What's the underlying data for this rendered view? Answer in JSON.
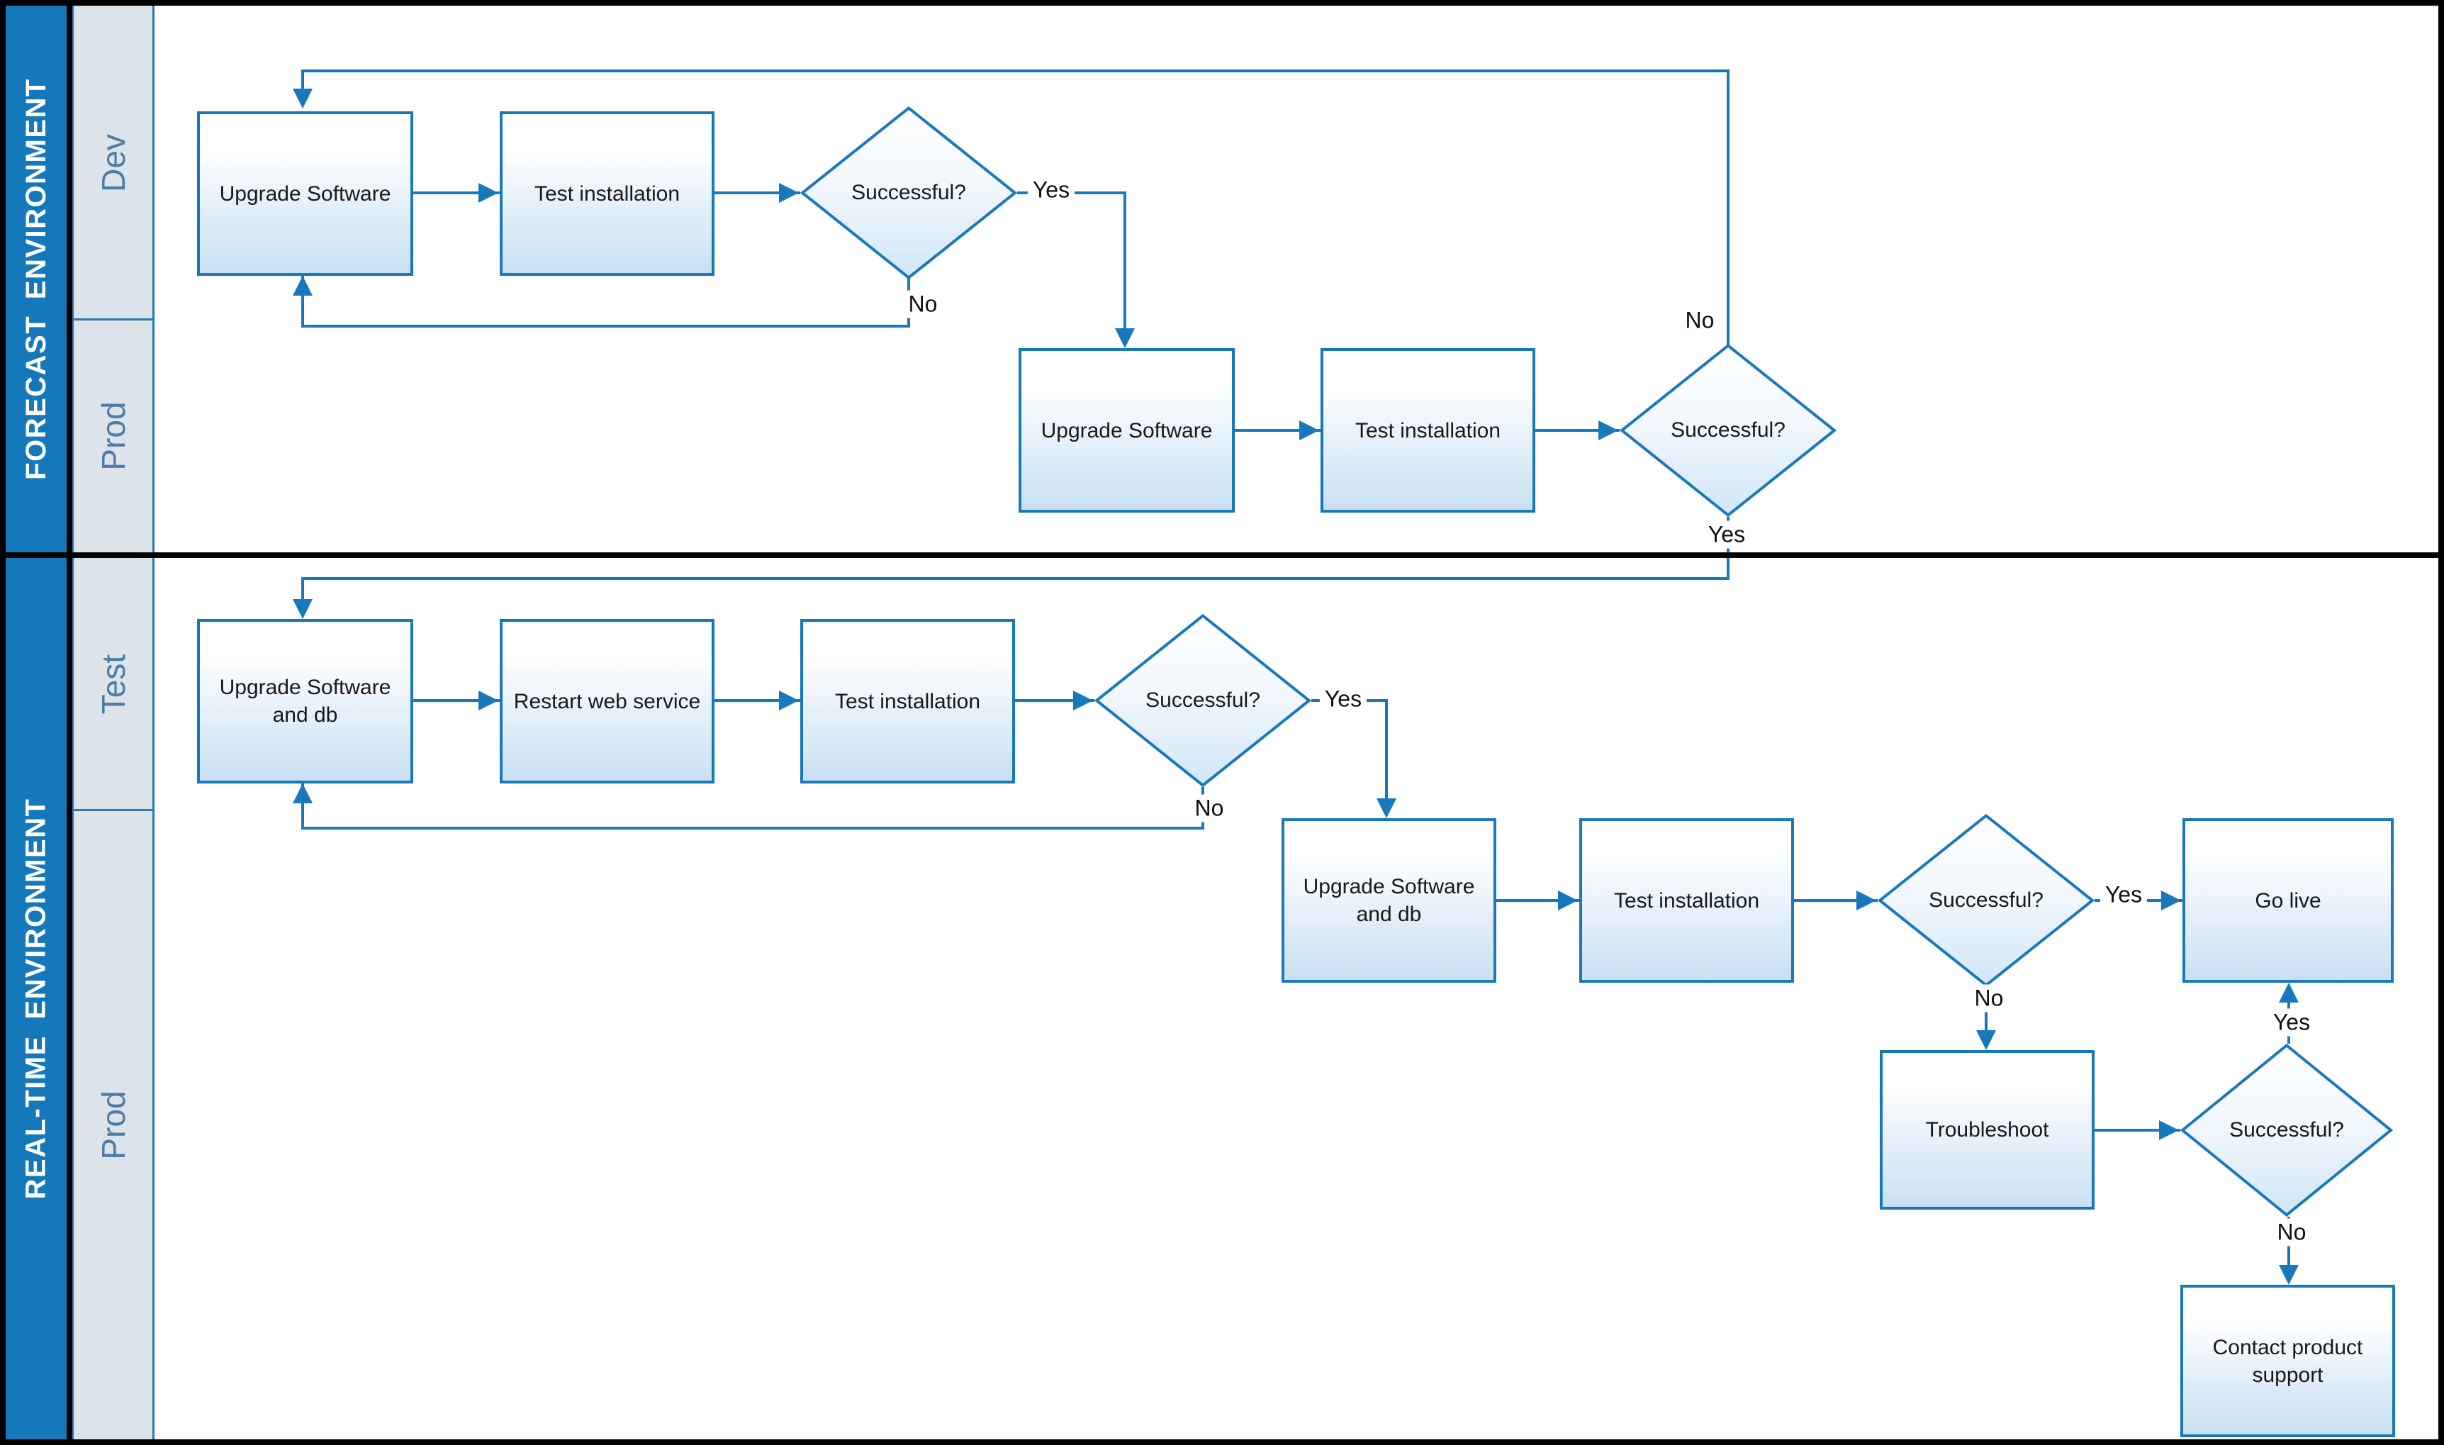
{
  "palette": {
    "band_blue": "#1478BA",
    "lane_bg": "#DCE3E9",
    "line_blue": "#1878BC",
    "lane_border": "#2A7AB5",
    "lane_label": "#4D7CA6",
    "node_fill_bottom": "#C9E0F2"
  },
  "sections": [
    {
      "title": "FORECAST ENVIRONMENT",
      "lanes": [
        {
          "label": "Dev"
        },
        {
          "label": "Prod"
        }
      ]
    },
    {
      "title": "REAL-TIME ENVIRONMENT",
      "lanes": [
        {
          "label": "Test"
        },
        {
          "label": "Prod"
        }
      ]
    }
  ],
  "nodes": {
    "f_dev_upgrade": {
      "label": "Upgrade Software"
    },
    "f_dev_test": {
      "label": "Test installation"
    },
    "f_dev_decision": {
      "label": "Successful?"
    },
    "f_prod_upgrade": {
      "label": "Upgrade Software"
    },
    "f_prod_test": {
      "label": "Test installation"
    },
    "f_prod_decision": {
      "label": "Successful?"
    },
    "r_test_upgrade": {
      "label": "Upgrade Software and db"
    },
    "r_test_restart": {
      "label": "Restart web service"
    },
    "r_test_install": {
      "label": "Test installation"
    },
    "r_test_decision": {
      "label": "Successful?"
    },
    "r_prod_upgrade": {
      "label": "Upgrade Software and db"
    },
    "r_prod_test": {
      "label": "Test installation"
    },
    "r_prod_decision": {
      "label": "Successful?"
    },
    "r_prod_golive": {
      "label": "Go live"
    },
    "r_prod_troubleshoot": {
      "label": "Troubleshoot"
    },
    "r_prod_decision2": {
      "label": "Successful?"
    },
    "r_prod_contact": {
      "label": "Contact product support"
    }
  },
  "edge_labels": {
    "f_dev_yes": "Yes",
    "f_dev_no": "No",
    "f_prod_no": "No",
    "f_prod_yes": "Yes",
    "r_test_yes": "Yes",
    "r_test_no": "No",
    "r_prod_yes1": "Yes",
    "r_prod_no1": "No",
    "r_prod_yes2": "Yes",
    "r_prod_no2": "No"
  }
}
